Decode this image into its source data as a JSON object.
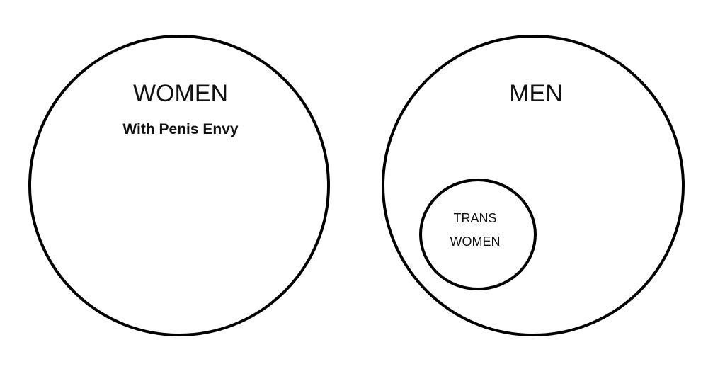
{
  "diagram": {
    "left_circle": {
      "label": "WOMEN",
      "sublabel": "With Penis Envy"
    },
    "right_circle": {
      "label": "MEN"
    },
    "inner_circle": {
      "label_line1": "TRANS",
      "label_line2": "WOMEN"
    },
    "colors": {
      "stroke": "#000000",
      "background": "#ffffff",
      "text": "#111111"
    }
  }
}
